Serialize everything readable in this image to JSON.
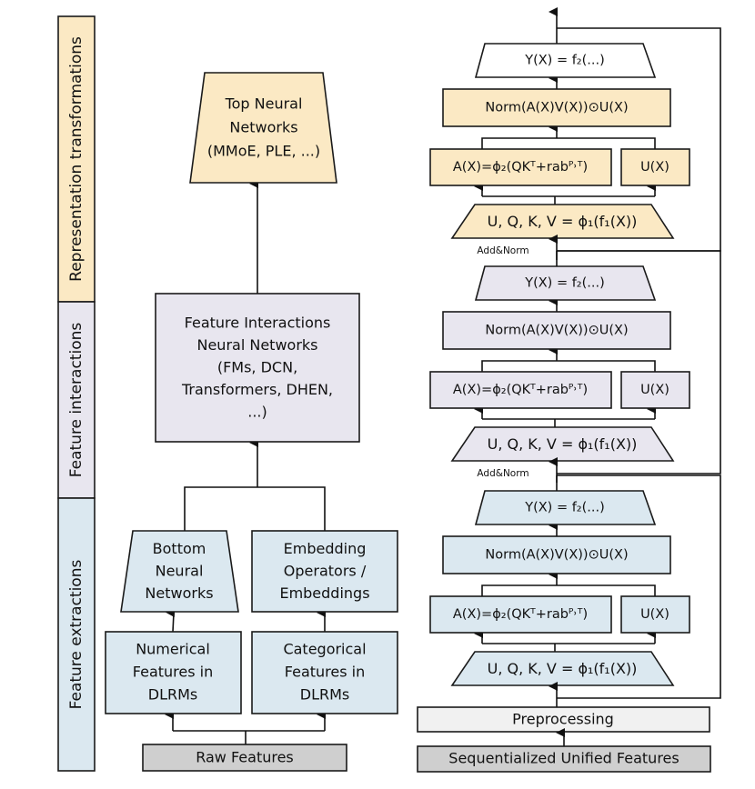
{
  "colors": {
    "representation": "#fbe9c4",
    "interaction": "#e8e6ef",
    "extraction": "#dbe8f0",
    "preprocessing": "#f1f1f1",
    "raw": "#cfcfcf",
    "white": "#ffffff",
    "line": "#111111"
  },
  "side_bar": {
    "sections": [
      {
        "label": "Representation transformations",
        "color_key": "representation"
      },
      {
        "label": "Feature interactions",
        "color_key": "interaction"
      },
      {
        "label": "Feature extractions",
        "color_key": "extraction"
      }
    ]
  },
  "dlrm": {
    "top_networks": [
      "Top Neural",
      "Networks",
      "(MMoE, PLE, ...)"
    ],
    "interaction_networks": [
      "Feature Interactions",
      "Neural Networks",
      "(FMs, DCN,",
      "Transformers, DHEN,",
      "...)"
    ],
    "bottom_networks": [
      "Bottom",
      "Neural",
      "Networks"
    ],
    "embedding": [
      "Embedding",
      "Operators /",
      "Embeddings"
    ],
    "numerical": [
      "Numerical",
      "Features in",
      "DLRMs"
    ],
    "categorical": [
      "Categorical",
      "Features in",
      "DLRMs"
    ],
    "raw_features": "Raw Features"
  },
  "hstu": {
    "blocks": [
      {
        "color_key": "representation",
        "top_color_key": "white"
      },
      {
        "color_key": "interaction",
        "top_color_key": "interaction"
      },
      {
        "color_key": "extraction",
        "top_color_key": "extraction"
      }
    ],
    "y_label": "Y(X) = f₂(...)",
    "norm_label": "Norm(A(X)V(X))⊙U(X)",
    "a_label": "A(X)=ϕ₂(QKᵀ+rabᴾ˒ᵀ)",
    "u_label": "U(X)",
    "uqkv_label": "U, Q, K, V = ϕ₁(f₁(X))",
    "add_norm_label": "Add&Norm",
    "preprocessing": "Preprocessing",
    "input": "Sequentialized Unified Features"
  }
}
